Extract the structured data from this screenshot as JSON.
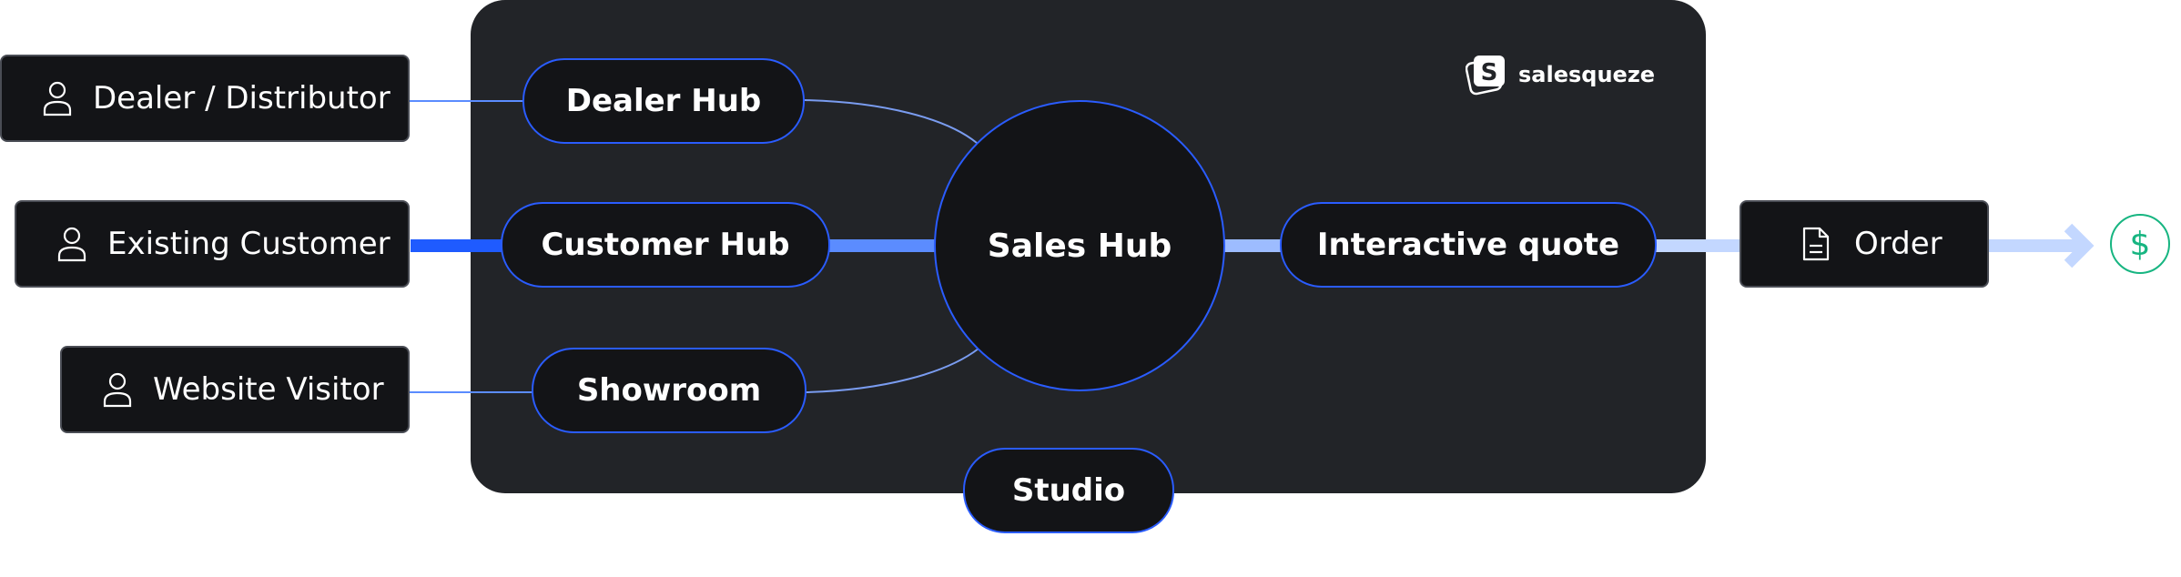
{
  "brand": {
    "name": "salesqueze",
    "logo_letter": "S"
  },
  "sources": [
    {
      "label": "Dealer / Distributor",
      "icon": "user-icon"
    },
    {
      "label": "Existing Customer",
      "icon": "user-icon"
    },
    {
      "label": "Website Visitor",
      "icon": "user-icon"
    }
  ],
  "hubs": {
    "dealer": "Dealer Hub",
    "customer": "Customer Hub",
    "showroom": "Showroom",
    "studio": "Studio",
    "sales": "Sales Hub",
    "quote": "Interactive quote"
  },
  "order": {
    "label": "Order",
    "icon": "document-icon"
  },
  "payment": {
    "glyph": "$",
    "icon": "dollar-icon"
  },
  "colors": {
    "panel": "#222428",
    "node": "#131417",
    "node_border": "#2a5cff",
    "source_border": "#4a4d55",
    "flow_strong": "#1f5bff",
    "flow_mid": "#5b8cff",
    "flow_light": "#9dbcff",
    "flow_pale": "#c3d7ff",
    "thin_line": "#5b8cff",
    "payment": "#17b581"
  }
}
